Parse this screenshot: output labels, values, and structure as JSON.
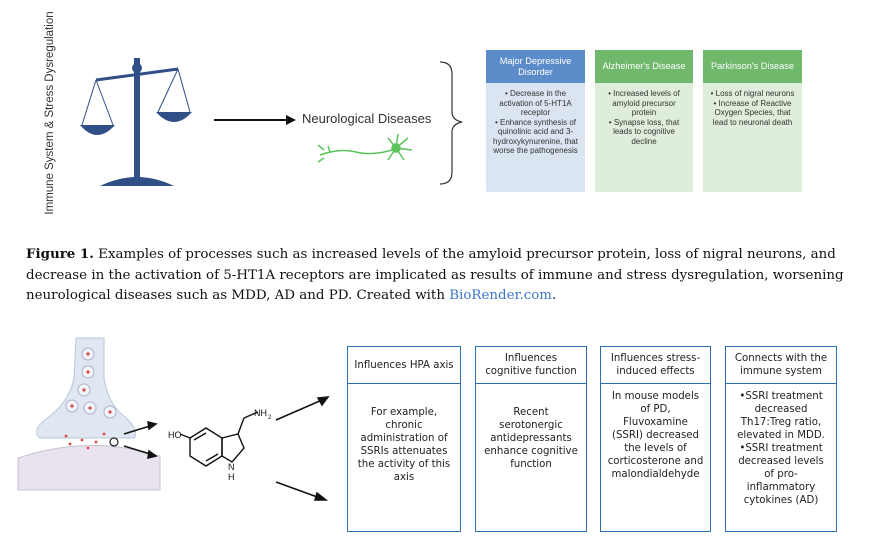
{
  "figure1": {
    "side_label": "Immune System & Stress Dysregulation",
    "center_label": "Neurological Diseases",
    "cards": [
      {
        "title": "Major Depressive Disorder",
        "items": [
          "• Decrease in the activation of 5-HT1A receptor",
          "• Enhance synthesis of quinolinic acid and 3-hydroxykynurenine, that worse the pathogenesis"
        ],
        "header_color": "#5b8bc8",
        "body_color": "#dbe5f1"
      },
      {
        "title": "Alzheimer's Disease",
        "items": [
          "• Increased levels of amyloid precursor protein",
          "• Synapse loss, that leads to cognitive decline"
        ],
        "header_color": "#6fb86c",
        "body_color": "#dfeeda"
      },
      {
        "title": "Parkinson's Disease",
        "items": [
          "• Loss of nigral neurons",
          "• Increase of Reactive Oxygen Species, that lead to neuronal death"
        ],
        "header_color": "#6fb86c",
        "body_color": "#dfeeda"
      }
    ]
  },
  "caption": {
    "label": "Figure 1.",
    "text": " Examples of processes such as increased levels of the amyloid precursor protein, loss of nigral neurons, and decrease in the activation of 5-HT1A receptors are implicated as results of immune and stress dysregulation, worsening neurological diseases such as MDD, AD and PD. Created with ",
    "link": "BioRender.com",
    "end": "."
  },
  "figure2": {
    "molecule_labels": {
      "nh2": "NH",
      "nh2_sub": "2",
      "ho": "HO",
      "n": "N",
      "h": "H"
    },
    "boxes": [
      {
        "header": "Influences HPA axis",
        "body": [
          "For example, chronic administration of SSRIs attenuates the activity of this axis"
        ]
      },
      {
        "header": "Influences cognitive function",
        "body": [
          "Recent serotonergic antidepressants enhance cognitive function"
        ]
      },
      {
        "header": "Influences stress-induced effects",
        "body": [
          "In mouse models of PD, Fluvoxamine (SSRI) decreased the levels of corticosterone and malondialdehyde"
        ]
      },
      {
        "header": "Connects with the immune system",
        "body": [
          "•SSRI treatment decreased Th17:Treg ratio, elevated in MDD.",
          "•SSRI treatment decreased levels of pro-inflammatory cytokines (AD)"
        ]
      }
    ],
    "border_color": "#2d6fb3"
  }
}
